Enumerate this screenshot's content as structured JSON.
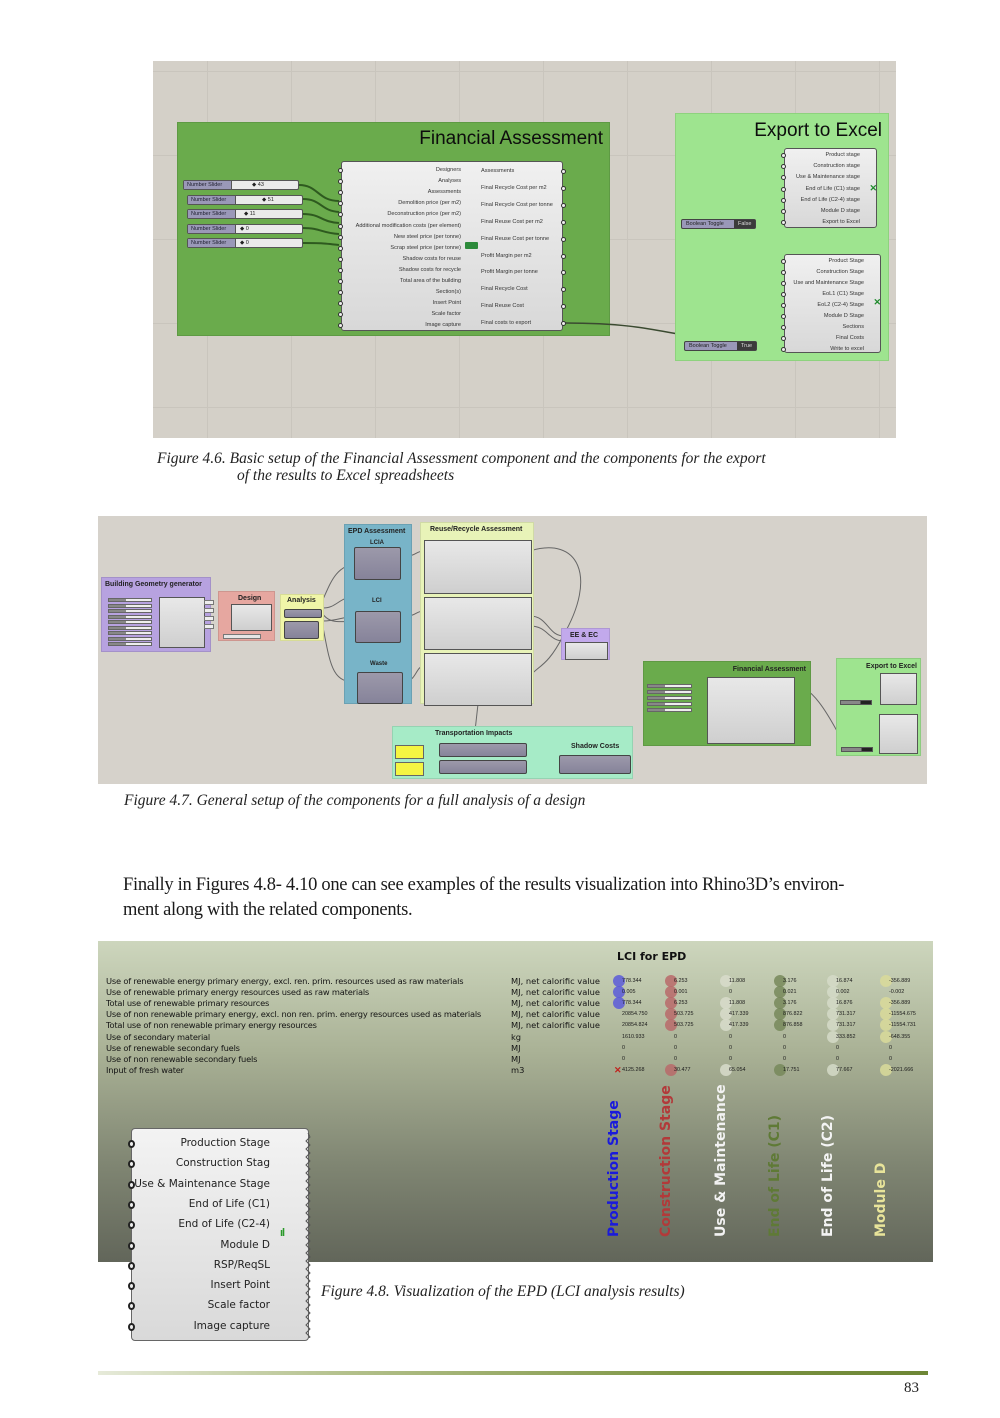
{
  "figure_4_6": {
    "financial_group_title": "Financial Assessment",
    "export_group_title": "Export to Excel",
    "sliders": [
      {
        "label": "Number Slider",
        "value": "43"
      },
      {
        "label": "Number Slider",
        "value": "51"
      },
      {
        "label": "Number Slider",
        "value": "11"
      },
      {
        "label": "Number Slider",
        "value": "0"
      },
      {
        "label": "Number Slider",
        "value": "0"
      }
    ],
    "financial_inputs": [
      "Designers",
      "Analyses",
      "Assessments",
      "Demolition price (per m2)",
      "Deconstruction price (per m2)",
      "Additional modification costs (per element)",
      "New steel price (per tonne)",
      "Scrap steel price (per tonne)",
      "Shadow costs for reuse",
      "Shadow costs for recycle",
      "Total area of the building",
      "Section(s)",
      "Insert Point",
      "Scale factor",
      "Image capture"
    ],
    "financial_outputs": [
      "Assessments",
      "Final Recycle Cost per m2",
      "Final Recycle Cost per tonne",
      "Final Reuse Cost per m2",
      "Final Reuse Cost per tonne",
      "Profit Margin per m2",
      "Profit Margin per tonne",
      "Final Recycle Cost",
      "Final Reuse Cost",
      "Final costs to export"
    ],
    "export1_inputs": [
      "Product stage",
      "Construction stage",
      "Use & Maintenance stage",
      "End of Life (C1) stage",
      "End of Life (C2-4) stage",
      "Module D stage",
      "Export to Excel"
    ],
    "export2_inputs": [
      "Product Stage",
      "Construction Stage",
      "Use and Maintenance Stage",
      "EoL1 (C1) Stage",
      "EoL2 (C2-4) Stage",
      "Module D Stage",
      "Sections",
      "Final Costs",
      "Write to excel"
    ],
    "toggle1": {
      "label": "Boolean Toggle",
      "value": "False"
    },
    "toggle2": {
      "label": "Boolean Toggle",
      "value": "True"
    },
    "caption_line1": "Figure 4.6.  Basic setup of the Financial Assessment component and the components for the export",
    "caption_line2": "of the results to Excel spreadsheets"
  },
  "figure_4_7": {
    "groups": {
      "building_geometry": "Building Geometry generator",
      "design": "Design",
      "analysis": "Analysis",
      "epd": "EPD Assessment",
      "lcia": "LCIA",
      "lci": "LCI",
      "waste": "Waste",
      "reuse_recycle": "Reuse/Recycle Assessment",
      "ee_ec": "EE & EC",
      "transportation": "Transportation Impacts",
      "shadow_costs": "Shadow Costs",
      "financial": "Financial Assessment",
      "export": "Export to Excel"
    },
    "caption": "Figure 4.7.  General setup of the components for a full analysis of a design"
  },
  "body_text": {
    "line1": "Finally in Figures 4.8- 4.10 one can see examples of the results visualization into Rhino3D’s environ-",
    "line2": "ment along with the related components."
  },
  "figure_4_8": {
    "title": "LCI for EPD",
    "indicators": [
      {
        "name": "Use of renewable energy primary energy, excl. ren. prim. resources used as raw materials",
        "unit": "MJ, net calorific value"
      },
      {
        "name": "Use of renewable primary energy resources used as raw materials",
        "unit": "MJ, net calorific value"
      },
      {
        "name": "Total use of renewable primary resources",
        "unit": "MJ, net calorific value"
      },
      {
        "name": "Use of non renewable primary energy, excl. non ren. prim. energy resources used as materials",
        "unit": "MJ, net calorific value"
      },
      {
        "name": "Total use of non renewable primary energy resources",
        "unit": "MJ, net calorific value"
      },
      {
        "name": "Use of secondary material",
        "unit": "kg"
      },
      {
        "name": "Use of renewable secondary fuels",
        "unit": "MJ"
      },
      {
        "name": "Use of non renewable secondary fuels",
        "unit": "MJ"
      },
      {
        "name": "Input of fresh water",
        "unit": "m3"
      }
    ],
    "stages": [
      {
        "name": "Production Stage",
        "color": "#1a1adb",
        "dot": "#5b5bd9",
        "values": [
          "778.344",
          "0.005",
          "778.344",
          "20854.750",
          "20854.824",
          "1610.933",
          "0",
          "0",
          "4125.268"
        ],
        "dots": [
          1,
          1,
          1,
          0,
          0,
          0,
          0,
          0,
          0
        ]
      },
      {
        "name": "Construction Stage",
        "color": "#b23a3a",
        "dot": "#b86a6a",
        "values": [
          "6.253",
          "0.001",
          "6.253",
          "503.725",
          "503.725",
          "0",
          "0",
          "0",
          "30.477"
        ],
        "dots": [
          1,
          1,
          1,
          1,
          1,
          0,
          0,
          0,
          1
        ]
      },
      {
        "name": "Use & Maintenance",
        "color": "#f2f2f2",
        "dot": "#d8dccb",
        "values": [
          "11.808",
          "0",
          "11.808",
          "417.339",
          "417.339",
          "0",
          "0",
          "0",
          "65.054"
        ],
        "dots": [
          1,
          0,
          1,
          1,
          1,
          0,
          0,
          0,
          1
        ]
      },
      {
        "name": "End of Life (C1)",
        "color": "#5f7a36",
        "dot": "#77885a",
        "values": [
          "3.176",
          "0.021",
          "3.176",
          "876.822",
          "876.858",
          "0",
          "0",
          "0",
          "17.751"
        ],
        "dots": [
          1,
          1,
          1,
          1,
          1,
          0,
          0,
          0,
          1
        ]
      },
      {
        "name": "End of Life (C2)",
        "color": "#f4f4f4",
        "dot": "#d5dac8",
        "values": [
          "16.874",
          "0.002",
          "16.876",
          "731.317",
          "731.317",
          "333.852",
          "0",
          "0",
          "77.667"
        ],
        "dots": [
          1,
          1,
          1,
          1,
          1,
          1,
          0,
          0,
          1
        ]
      },
      {
        "name": "Module D",
        "color": "#e8e49a",
        "dot": "#d9db9a",
        "values": [
          "-356.889",
          "-0.002",
          "-356.889",
          "-11554.675",
          "-11554.731",
          "-648.355",
          "0",
          "0",
          "-2021.666"
        ],
        "dots": [
          1,
          0,
          1,
          1,
          1,
          1,
          0,
          0,
          1
        ]
      }
    ],
    "component_inputs": [
      "Production Stage",
      "Construction Stag",
      "Use & Maintenance Stage",
      "End of Life (C1)",
      "End of Life (C2-4)",
      "Module D",
      "RSP/ReqSL",
      "Insert Point",
      "Scale factor",
      "Image capture"
    ],
    "caption": "Figure 4.8.  Visualization of the EPD (LCI analysis results)"
  },
  "page_number": "83"
}
